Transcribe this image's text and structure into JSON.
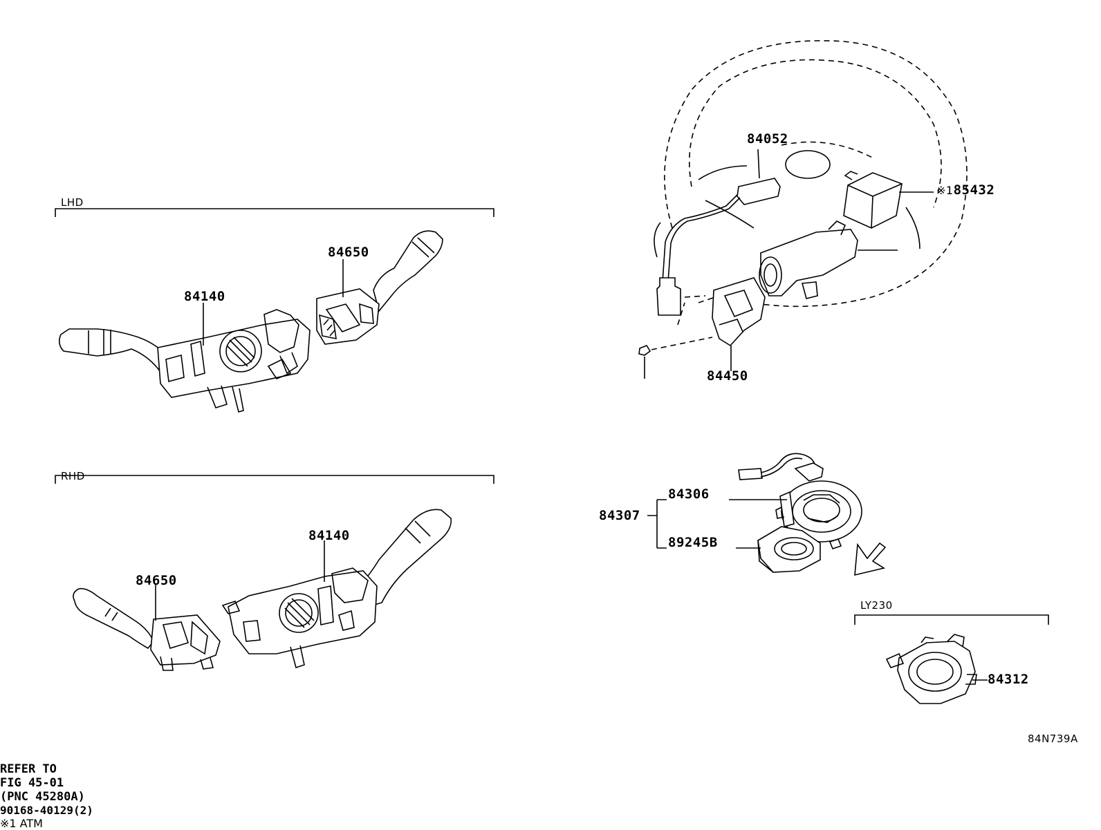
{
  "sections": {
    "lhd": "LHD",
    "rhd": "RHD",
    "ly230": "LY230"
  },
  "parts": {
    "lhd_84140": "84140",
    "lhd_84650": "84650",
    "rhd_84140": "84140",
    "rhd_84650": "84650",
    "p84052": "84052",
    "p85432": "85432",
    "p85432_mark": "※1",
    "p84450": "84450",
    "p90168": "90168-40129(2)",
    "p84306": "84306",
    "p84307": "84307",
    "p89245b": "89245B",
    "p84312": "84312"
  },
  "refer": {
    "line1": "REFER TO",
    "line2": "FIG 45-01",
    "line3": "(PNC 45280A)"
  },
  "footnote": "※1 ATM",
  "figure_code": "84N739A"
}
